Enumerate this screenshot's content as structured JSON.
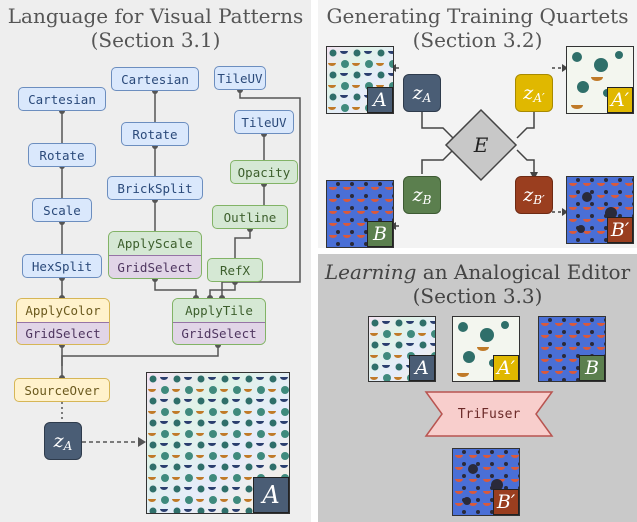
{
  "panels": {
    "language": {
      "title_line1": "Language for Visual Patterns",
      "title_line2": "(Section 3.1)"
    },
    "quartets": {
      "title_line1": "Generating Training Quartets",
      "title_line2": "(Section 3.2)"
    },
    "editor": {
      "title_line1_italic": "Learning",
      "title_line1_rest": " an Analogical Editor",
      "title_line2": "(Section 3.3)"
    }
  },
  "nodes": {
    "cartesian1": "Cartesian",
    "rotate1": "Rotate",
    "scale": "Scale",
    "hexsplit": "HexSplit",
    "cartesian2": "Cartesian",
    "rotate2": "Rotate",
    "bricksplit": "BrickSplit",
    "applyscale": "ApplyScale",
    "gridselect1": "GridSelect",
    "tileuv1": "TileUV",
    "tileuv2": "TileUV",
    "opacity": "Opacity",
    "outline": "Outline",
    "refx": "RefX",
    "applycolor": "ApplyColor",
    "gridselect2": "GridSelect",
    "applytile": "ApplyTile",
    "gridselect3": "GridSelect",
    "sourceover": "SourceOver"
  },
  "latents": {
    "zA_main": {
      "sym": "z",
      "sub": "A"
    },
    "zA": {
      "sym": "z",
      "sub": "A"
    },
    "zAp": {
      "sym": "z",
      "sub": "A′"
    },
    "zB": {
      "sym": "z",
      "sub": "B"
    },
    "zBp": {
      "sym": "z",
      "sub": "B′"
    }
  },
  "labels": {
    "A": "A",
    "Ap": "A′",
    "B": "B",
    "Bp": "B′"
  },
  "encoder_label": "E",
  "trifuser_label": "TriFuser",
  "colors": {
    "zA": "#4a5d75",
    "zAp": "#e0b800",
    "zB": "#5b7f4e",
    "zBp": "#9a3e1f",
    "pattern_A_bg": "#e8f1ea",
    "pattern_B_bg": "#4a6fd6"
  }
}
